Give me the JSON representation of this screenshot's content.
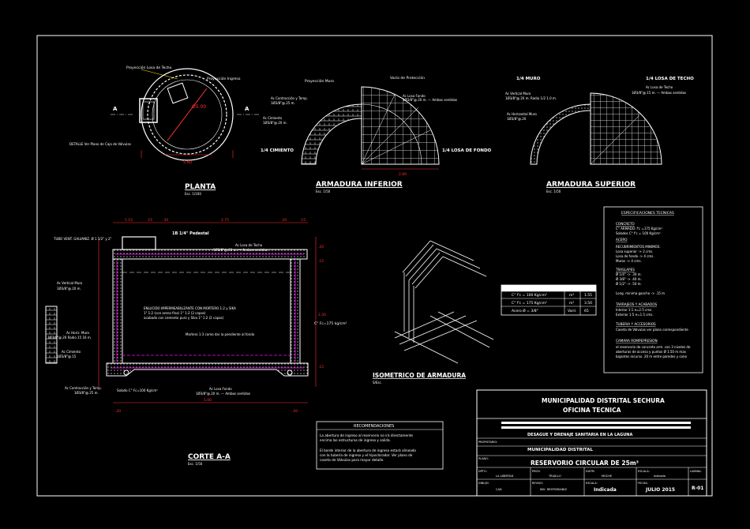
{
  "plan": {
    "title": "PLANTA",
    "scale": "Esc. 1/100",
    "labels": {
      "roof_projection": "Proyección Losa de Techo",
      "entry_projection": "Proyección Ingreso",
      "cut_mark": "A",
      "diameter": "Ø5.00",
      "width": "5.60",
      "detail": "DETALLE Ver Plano de Caja de Válvulas"
    }
  },
  "lower": {
    "title": "ARMADURA INFERIOR",
    "scale": "Esc. 1/50",
    "labels": {
      "wall_projection": "Proyección Muro",
      "hatch": "Vacío de Protección",
      "contraction": "Ac Contracción y Temp.",
      "contraction_val": "1Ø3/8\"@.25 m.",
      "wall": "Ac Cimiento",
      "wall_val": "1Ø3/8\"@.20 m.",
      "bottom_slab": "Ac Losa Fondo",
      "bottom_slab_val": "1Ø3/8\"@.20 m. — Ambos sentidos",
      "half_wall": "1/4 CIMIENTO",
      "half_slab": "1/4 LOSA DE FONDO",
      "dim": "2.80"
    }
  },
  "upper": {
    "title": "ARMADURA SUPERIOR",
    "scale": "Esc. 1/50",
    "labels": {
      "half_wall": "1/4 MURO",
      "half_roof": "1/4 LOSA DE TECHO",
      "roof": "Ac Losa de Techo",
      "roof_val": "1Ø3/8\"@.15 m. — Ambos sentidos",
      "vert": "Ac Vertical Muro",
      "vert_val": "1Ø3/8\"@.20 m. Radio 1/2 1.0 m.",
      "horiz": "Ac Horizontal Muro",
      "horiz_val": "1Ø3/8\"@.20"
    }
  },
  "section": {
    "title": "CORTE A-A",
    "scale": "Esc. 1/50",
    "labels": {
      "vent": "TUBO VENT. GALVANIZ. Ø 1 1/2\" y 2\"",
      "hatch": "1B 1/4\" Pedestal",
      "roof_steel": "Ac Losa de Techo",
      "roof_steel_val": "1Ø3/8\"@.15 m. — Ambos sentidos",
      "vert_wall": "Ac Vertical Muro",
      "vert_wall_val": "1Ø3/8\"@.20 m.",
      "horiz_wall": "Ac Horiz. Muro",
      "horiz_wall_val": "1Ø3/8\"@.20 Radio 15 16 m.",
      "foundation": "Ac Cimiento",
      "foundation_val": "1Ø3/8\"@.15",
      "note1": "ENLUCIDO IMPERMEABILIZANTE CON MORTERO 1:2 y SIKA",
      "note2": "1\" 1:2 (con arena fina) 1\" 1:2 (2 capas)",
      "note3": "acabado con cemento puro y Sika 1\" 1:2 (2 capas)",
      "slope": "Mortero 1:3 como dar la pendiente al fondo",
      "concrete": "C° Fc=175 kg/cm²",
      "bottom": "Ac Losa Fondo",
      "bottom_val": "1Ø3/8\"@.20 m. — Ambos sentidos",
      "contraction": "Ac Contracción y Temp.",
      "contraction_val": "1Ø3/8\"@.25 m.",
      "lean": "Solado C° Fc=100 Kg/cm²",
      "dims_top": [
        "1.15",
        ".15",
        ".30",
        "2.75",
        ".20",
        ".15"
      ],
      "dims_bottom": [
        ".20",
        "5.00",
        ".20"
      ],
      "dims_side": [
        ".20",
        ".15",
        "2.30",
        ".15"
      ]
    }
  },
  "iso": {
    "title": "ISOMETRICO DE ARMADURA",
    "scale": "S/Esc."
  },
  "materials": {
    "header": [
      "",
      "",
      ""
    ],
    "rows": [
      [
        "C° f'c = 100 Kg/cm²",
        "m³",
        "1.55"
      ],
      [
        "C° f'c = 175 Kg/cm²",
        "m³",
        "3.50"
      ],
      [
        "Acero Ø = 3/8\"",
        "Varil.",
        "65"
      ]
    ]
  },
  "specs": {
    "title": "ESPECIFICACIONES TECNICAS",
    "s1_title": "CONCRETO",
    "s1_lines": [
      "C° ARMADO: f'c =175 Kg/cm²",
      "Solados C° f'c = 100 Kg/cm²"
    ],
    "s2_title": "ACERO",
    "s3_title": "RECUBRIMIENTOS MINIMOS:",
    "s3_lines": [
      "Losa superior -> 2 cms.",
      "Losa de fondo -> 4 cms.",
      "Muros -> 4 cms."
    ],
    "s4_title": "TRASLAPES",
    "s4_lines": [
      "Ø 1/4\" -> .30 m.",
      "Ø 3/8\" -> .40 m.",
      "Ø 1/2\" -> .50 m."
    ],
    "s4_extra": "Long. minima gancho -> .15 m",
    "s5_title": "TARRAJEOS Y ACABADOS",
    "s5_lines": [
      "Interior 1:1 e=2.5 cms.",
      "Exterior 1:5 e=1.5 cms."
    ],
    "s6_title": "TUBERIA Y ACCESORIOS",
    "s6_lines": [
      "Caseta de Válvulas ver plano correspondiente"
    ],
    "s7_title": "CAMARA ROMPEPRESION",
    "s7_lines": [
      "el reservorio de concreto arm. con 3 niveles de",
      "aberturas de acceso y puntos Ø 1.50 m mas",
      "bajantes recurso .20 m entre paredes y cono"
    ]
  },
  "recommend": {
    "title": "RECOMENDACIONES",
    "p1": [
      "La abertura de ingreso al reservorio no irá directamente",
      "encima las estructuras de ingreso y salida."
    ],
    "p2": [
      "El borde interior de la abertura de ingreso estará alineado",
      "con la tubería de ingreso y el hipoclorador. Ver plano de",
      "caseta de Válvulas para mayor detalle."
    ]
  },
  "titleblock": {
    "entity": "MUNICIPALIDAD DISTRITAL SECHURA",
    "office": "OFICINA TECNICA",
    "project": "DESAGUE Y DRENAJE SANITARIA EN LA LAGUNA",
    "owner_label": "PROPIETARIO:",
    "owner": "MUNICIPALIDAD DISTRITAL",
    "sheet_label": "PLANO:",
    "sheet_title": "RESERVORIO CIRCULAR DE 25m³",
    "row1": [
      "DPTO:",
      "PROV:",
      "DISTR:",
      "ESCALA:",
      "LAMINA:"
    ],
    "row1_vals": [
      "LA LIBERTAD",
      "TRUJILLO",
      "MOCHE",
      "Indicada"
    ],
    "row2": [
      "DIBUJO:",
      "REVISO:",
      "ESCALA:",
      "FECHA:"
    ],
    "row2_vals": [
      "CAD",
      "ING. RESPONSABLE",
      "Indicada",
      "JULIO 2015"
    ],
    "lamina": "R-01"
  },
  "colors": {
    "bg": "#000000",
    "frame": "#ffffff",
    "concrete": "#ffffff",
    "rebar": "#ff00ff",
    "text": "#ffff00",
    "title": "#ffffff",
    "dim": "#ff3030"
  }
}
